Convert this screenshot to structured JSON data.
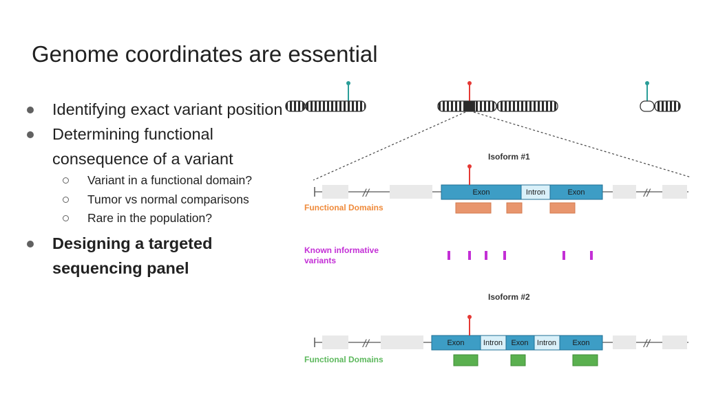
{
  "title": "Genome coordinates are essential",
  "bullets": {
    "item1": "Identifying exact variant position",
    "item2": "Determining functional consequence of a variant",
    "sub": [
      "Variant in a functional domain?",
      "Tumor vs normal comparisons",
      "Rare in the population?"
    ],
    "item3": "Designing a targeted sequencing panel"
  },
  "diagram": {
    "isoform1_label": "Isoform #1",
    "isoform2_label": "Isoform #2",
    "exon_label": "Exon",
    "intron_label": "Intron",
    "functional_domains_label": "Functional Domains",
    "known_variants_label_line1": "Known informative",
    "known_variants_label_line2": "variants",
    "colors": {
      "exon": "#3d9dc5",
      "exon_border": "#1f6f95",
      "intron": "#d9f0f9",
      "domain_orange": "#e8956d",
      "domain_green": "#5ab04f",
      "variant_purple": "#c32fd6",
      "variant_red": "#e53935",
      "variant_teal": "#2a9d98",
      "label_orange": "#ef8a3a",
      "label_green": "#5cb85c",
      "label_purple": "#c32fd6"
    }
  }
}
